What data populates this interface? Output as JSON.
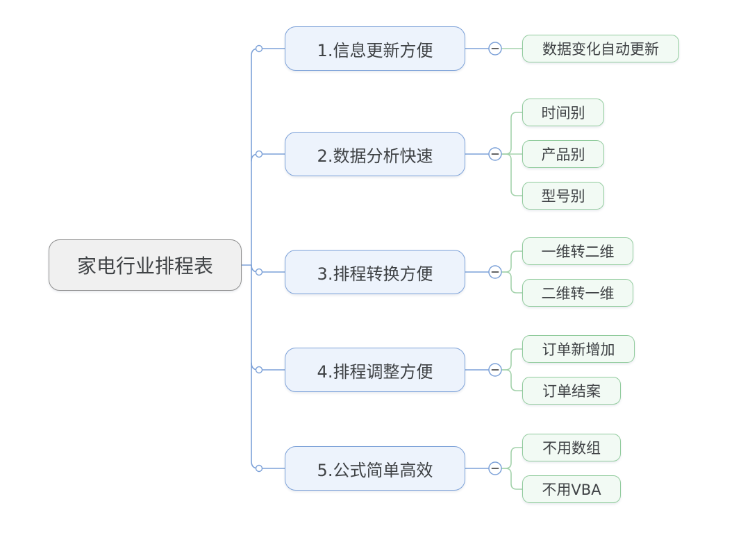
{
  "root": {
    "label": "家电行业排程表"
  },
  "branches": [
    {
      "label": "1.信息更新方便",
      "children": [
        "数据变化自动更新"
      ]
    },
    {
      "label": "2.数据分析快速",
      "children": [
        "时间别",
        "产品别",
        "型号别"
      ]
    },
    {
      "label": "3.排程转换方便",
      "children": [
        "一维转二维",
        "二维转一维"
      ]
    },
    {
      "label": "4.排程调整方便",
      "children": [
        "订单新增加",
        "订单结案"
      ]
    },
    {
      "label": "5.公式简单高效",
      "children": [
        "不用数组",
        "不用VBA"
      ]
    }
  ],
  "icons": {
    "collapse": "minus-circle-icon",
    "branch_handle": "circle-handle-icon"
  },
  "colors": {
    "blue": "#7ca1d8",
    "blue-fill": "#edf3fc",
    "green-border": "#90cb9c",
    "green-fill": "#f2faf4",
    "green-line": "#a3d2ab",
    "gray-border": "#8e8e8e",
    "gray-fill": "#f0f0f0",
    "text": "#3f4245",
    "minus": "#4d4d4d",
    "background": "#ffffff"
  }
}
